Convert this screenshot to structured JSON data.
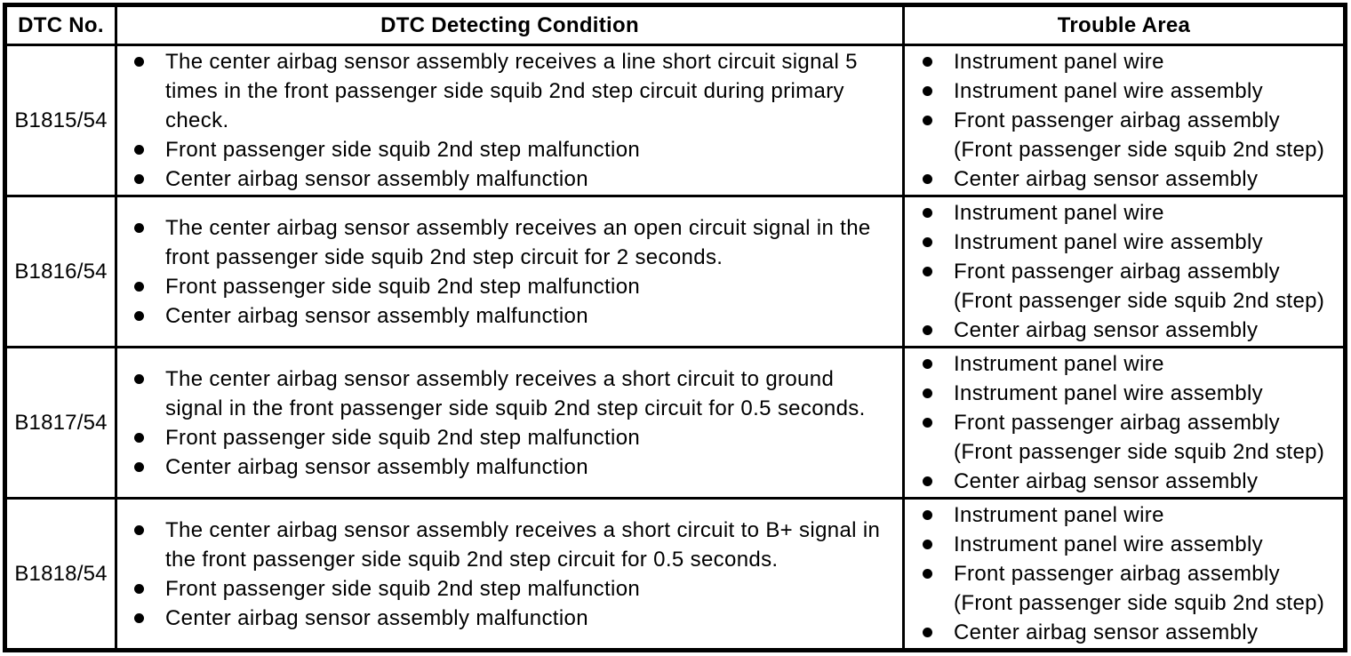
{
  "colors": {
    "text": "#000000",
    "border": "#000000",
    "background": "#ffffff"
  },
  "icons": {
    "bullet": "filled-circle"
  },
  "table": {
    "columns": [
      {
        "label": "DTC No."
      },
      {
        "label": "DTC Detecting Condition"
      },
      {
        "label": "Trouble Area"
      }
    ],
    "rows": [
      {
        "dtc_no": "B1815/54",
        "detecting_conditions": [
          "The center airbag sensor assembly receives a line short circuit signal 5 times in the front passenger side squib 2nd step circuit during primary check.",
          "Front passenger side squib 2nd step malfunction",
          "Center airbag sensor assembly malfunction"
        ],
        "trouble_areas": [
          "Instrument panel wire",
          "Instrument panel wire assembly",
          "Front passenger airbag assembly (Front passenger side squib 2nd step)",
          "Center airbag sensor assembly"
        ]
      },
      {
        "dtc_no": "B1816/54",
        "detecting_conditions": [
          "The center airbag sensor assembly receives an open circuit signal in the front passenger side squib 2nd step circuit for 2 seconds.",
          "Front passenger side squib 2nd step malfunction",
          "Center airbag sensor assembly malfunction"
        ],
        "trouble_areas": [
          "Instrument panel wire",
          "Instrument panel wire assembly",
          "Front passenger airbag assembly (Front passenger side squib 2nd step)",
          "Center airbag sensor assembly"
        ]
      },
      {
        "dtc_no": "B1817/54",
        "detecting_conditions": [
          "The center airbag sensor assembly receives a short circuit to ground signal in the front passenger side squib 2nd step circuit for 0.5 seconds.",
          "Front passenger side squib 2nd step malfunction",
          "Center airbag sensor assembly malfunction"
        ],
        "trouble_areas": [
          "Instrument panel wire",
          "Instrument panel wire assembly",
          "Front passenger airbag assembly (Front passenger side squib 2nd step)",
          "Center airbag sensor assembly"
        ]
      },
      {
        "dtc_no": "B1818/54",
        "detecting_conditions": [
          "The center airbag sensor assembly receives a short circuit to B+ signal in the front passenger side squib 2nd step circuit for 0.5 seconds.",
          "Front passenger side squib 2nd step malfunction",
          "Center airbag sensor assembly malfunction"
        ],
        "trouble_areas": [
          "Instrument panel wire",
          "Instrument panel wire assembly",
          "Front passenger airbag assembly (Front passenger side squib 2nd step)",
          "Center airbag sensor assembly"
        ]
      }
    ]
  }
}
